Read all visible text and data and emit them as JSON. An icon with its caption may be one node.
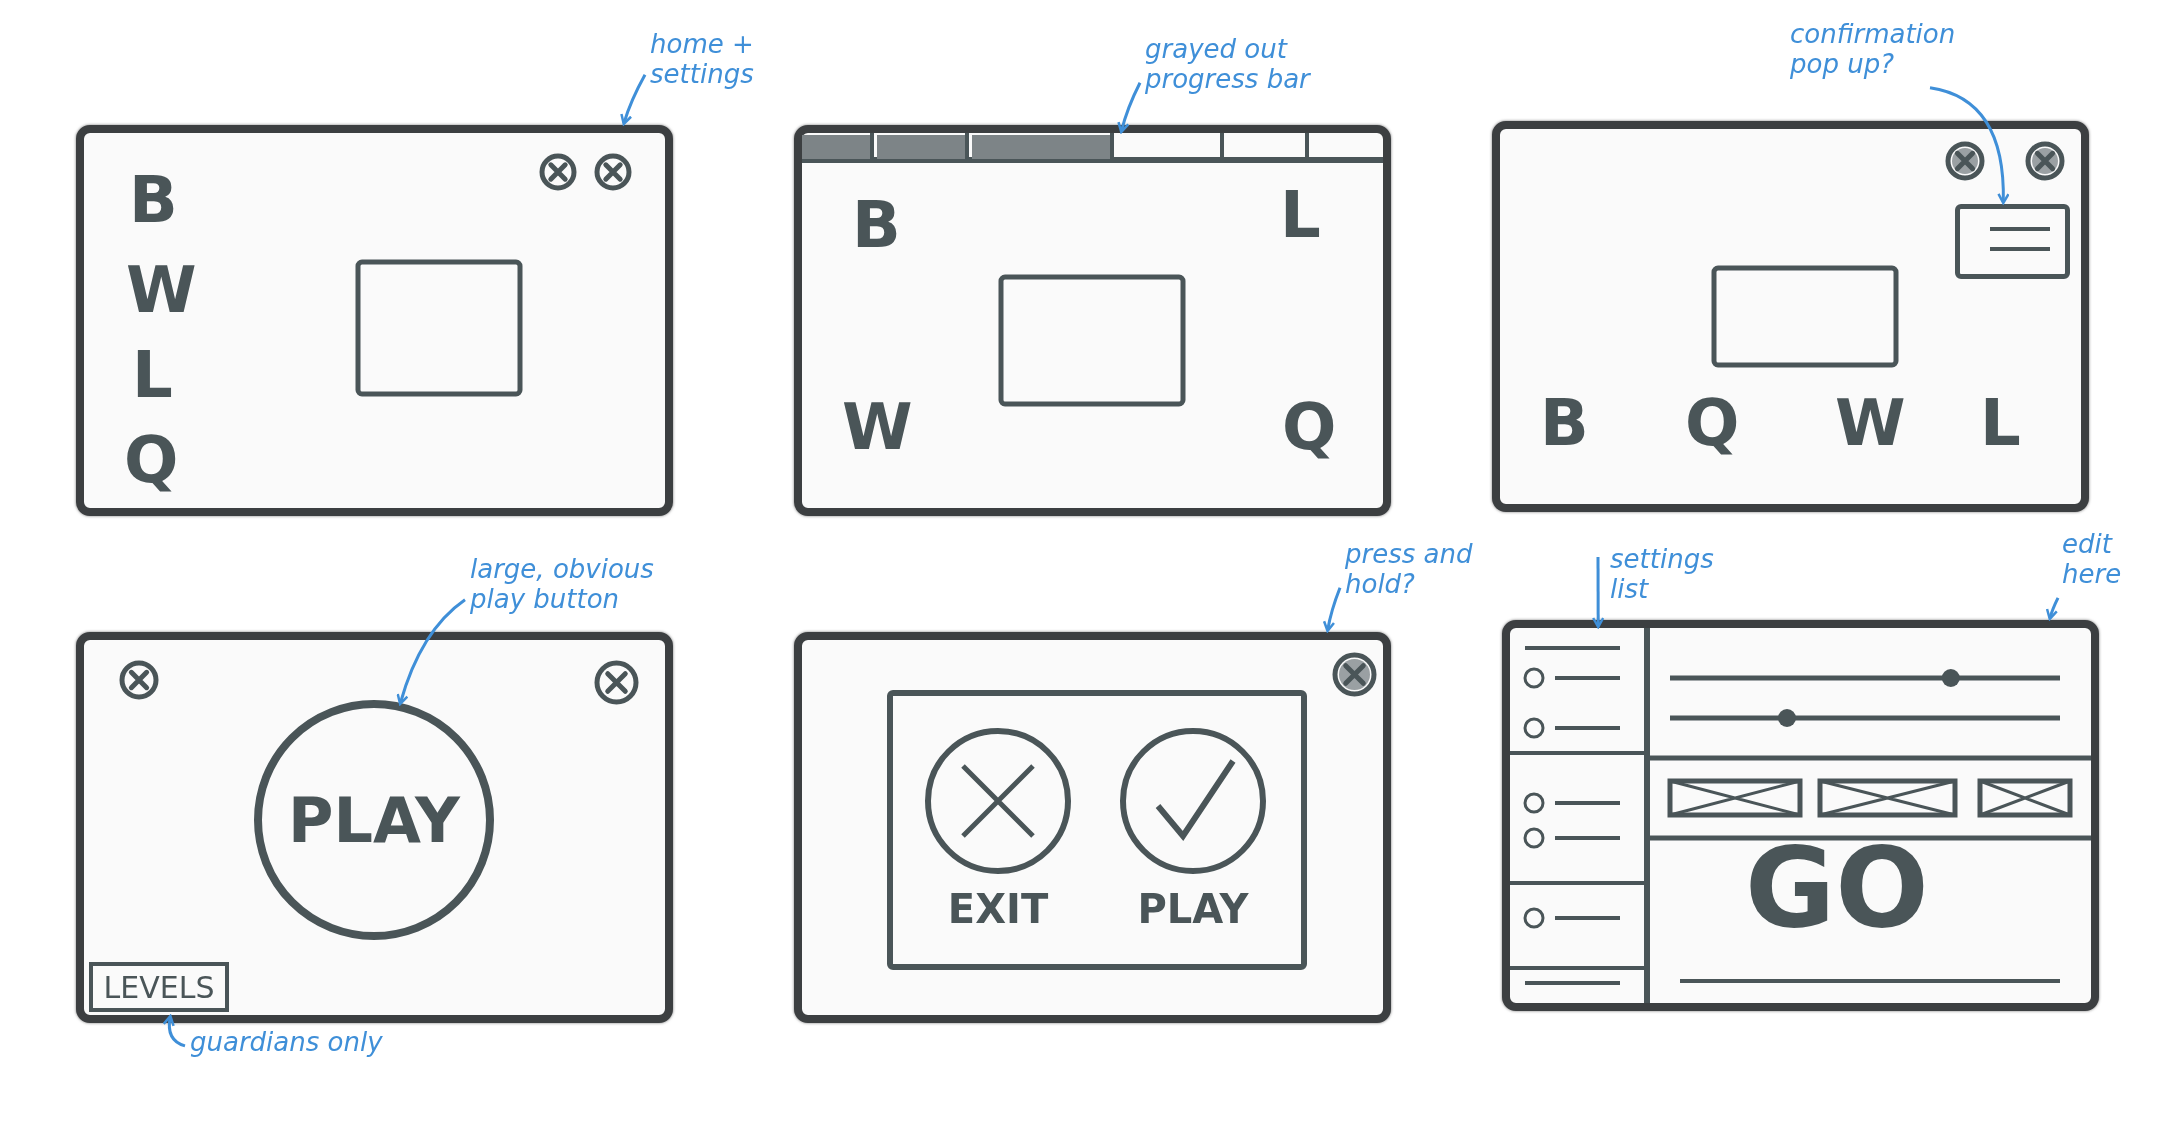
{
  "diagram": {
    "nodes": [
      {
        "text": [
          "B",
          "W",
          "L",
          "Q"
        ]
      },
      {
        "text": [
          "home + settings"
        ]
      },
      {
        "text": [
          "B",
          "L",
          "W",
          "Q"
        ]
      },
      {
        "text": [],
        "shape": "bar",
        "in": 2
      },
      {
        "text": [
          "grayed out progress bar"
        ]
      },
      {
        "text": [
          "B",
          "Q",
          "W",
          "L"
        ]
      },
      {
        "text": [],
        "shape": "box",
        "in": 5
      },
      {
        "text": [
          "confirmation pop up?"
        ]
      },
      {
        "text": [],
        "shape": "box"
      },
      {
        "text": [
          "PLAY"
        ],
        "in": 8
      },
      {
        "text": [
          "LEVELS"
        ],
        "in": 8
      },
      {
        "text": [
          "large, obvious play button"
        ]
      },
      {
        "text": [
          "guardians only"
        ]
      },
      {
        "text": [],
        "shape": "box"
      },
      {
        "text": [
          "press and hold?"
        ]
      },
      {
        "text": [],
        "shape": "box",
        "in": 13
      },
      {
        "text": [
          "EXIT"
        ],
        "in": 15
      },
      {
        "text": [
          "PLAY"
        ],
        "in": 15
      },
      {
        "text": [
          "GO"
        ]
      },
      {
        "text": [],
        "shape": "box",
        "in": 18
      },
      {
        "text": [
          "settings list"
        ]
      },
      {
        "text": [
          "edit here"
        ]
      }
    ],
    "edges": [
      {
        "from": 1,
        "to": 0,
        "arrow": "to"
      },
      {
        "from": 4,
        "to": 3,
        "arrow": "to"
      },
      {
        "from": 7,
        "to": 6,
        "arrow": "to"
      },
      {
        "from": 11,
        "to": 9,
        "arrow": "to"
      },
      {
        "from": 12,
        "to": 10,
        "arrow": "to"
      },
      {
        "from": 14,
        "to": 13,
        "arrow": "to"
      },
      {
        "from": 20,
        "to": 19,
        "arrow": "to"
      },
      {
        "from": 21,
        "to": 18,
        "arrow": "to"
      }
    ]
  }
}
